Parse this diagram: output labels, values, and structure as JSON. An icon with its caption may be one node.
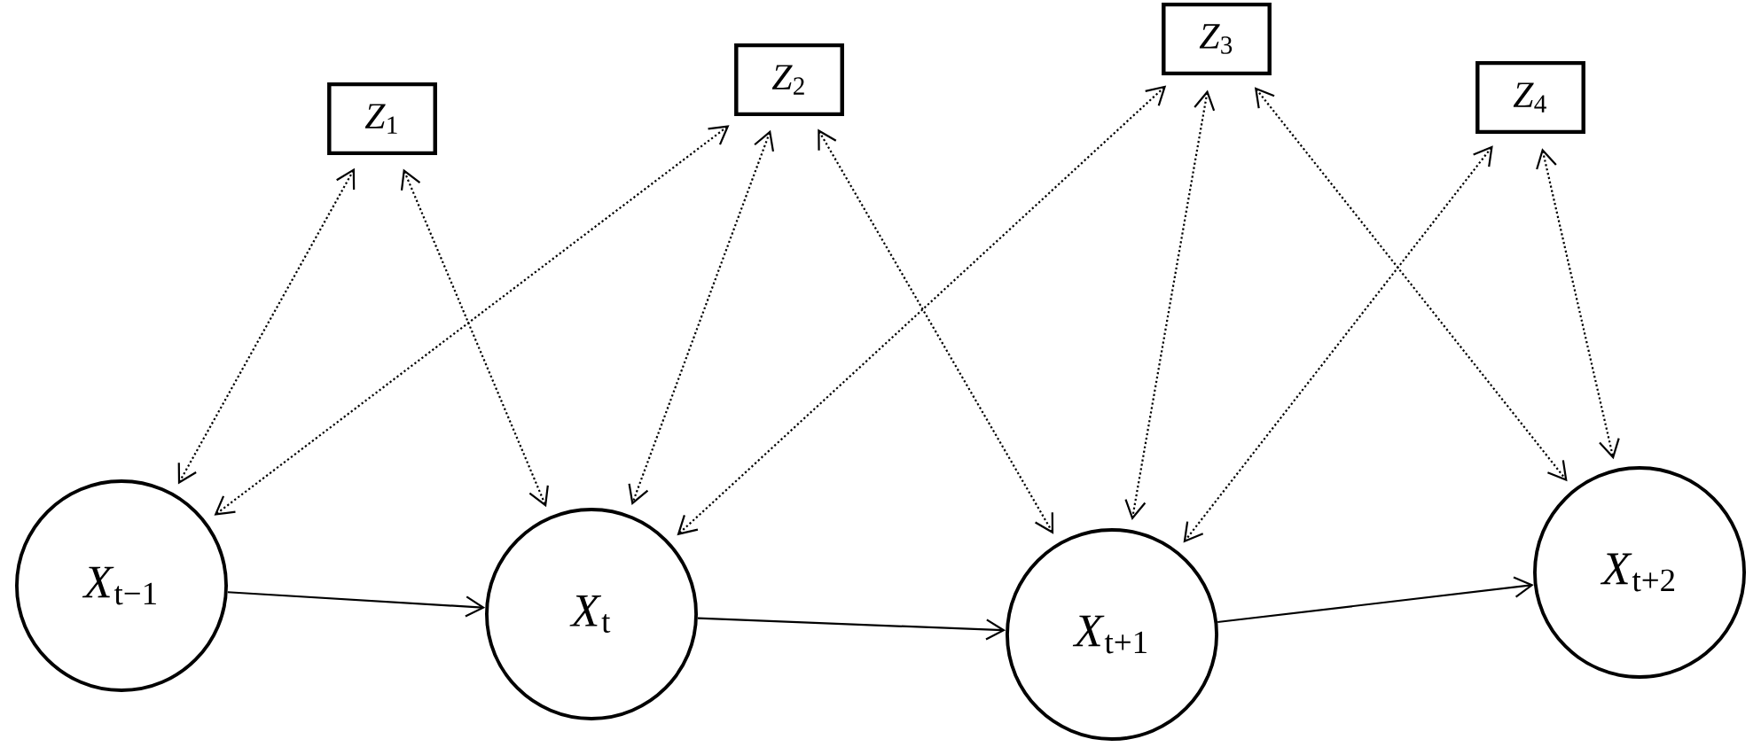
{
  "diagram": {
    "nodes": [
      {
        "text": [
          "*Z*$_{1}$"
        ]
      },
      {
        "text": [
          "*Z*$_{2}$"
        ]
      },
      {
        "text": [
          "*Z*$_{3}$"
        ]
      },
      {
        "text": [
          "*Z*$_{4}$"
        ]
      },
      {
        "text": [
          "*X*$_{t−1}$"
        ]
      },
      {
        "text": [
          "*X*$_{t}$"
        ]
      },
      {
        "text": [
          "*X*$_{t+1}$"
        ]
      },
      {
        "text": [
          "*X*$_{t+2}$"
        ]
      }
    ],
    "edges": [
      {
        "from": 0,
        "to": 4,
        "arrow": "both",
        "style": "dashed"
      },
      {
        "from": 0,
        "to": 5,
        "arrow": "both",
        "style": "dashed"
      },
      {
        "from": 1,
        "to": 4,
        "arrow": "both",
        "style": "dashed"
      },
      {
        "from": 1,
        "to": 5,
        "arrow": "both",
        "style": "dashed"
      },
      {
        "from": 1,
        "to": 6,
        "arrow": "both",
        "style": "dashed"
      },
      {
        "from": 2,
        "to": 5,
        "arrow": "both",
        "style": "dashed"
      },
      {
        "from": 2,
        "to": 6,
        "arrow": "both",
        "style": "dashed"
      },
      {
        "from": 2,
        "to": 7,
        "arrow": "both",
        "style": "dashed"
      },
      {
        "from": 3,
        "to": 6,
        "arrow": "both",
        "style": "dashed"
      },
      {
        "from": 3,
        "to": 7,
        "arrow": "both",
        "style": "dashed"
      },
      {
        "from": 4,
        "to": 5,
        "arrow": "to"
      },
      {
        "from": 5,
        "to": 6,
        "arrow": "to"
      },
      {
        "from": 6,
        "to": 7,
        "arrow": "to"
      }
    ]
  }
}
